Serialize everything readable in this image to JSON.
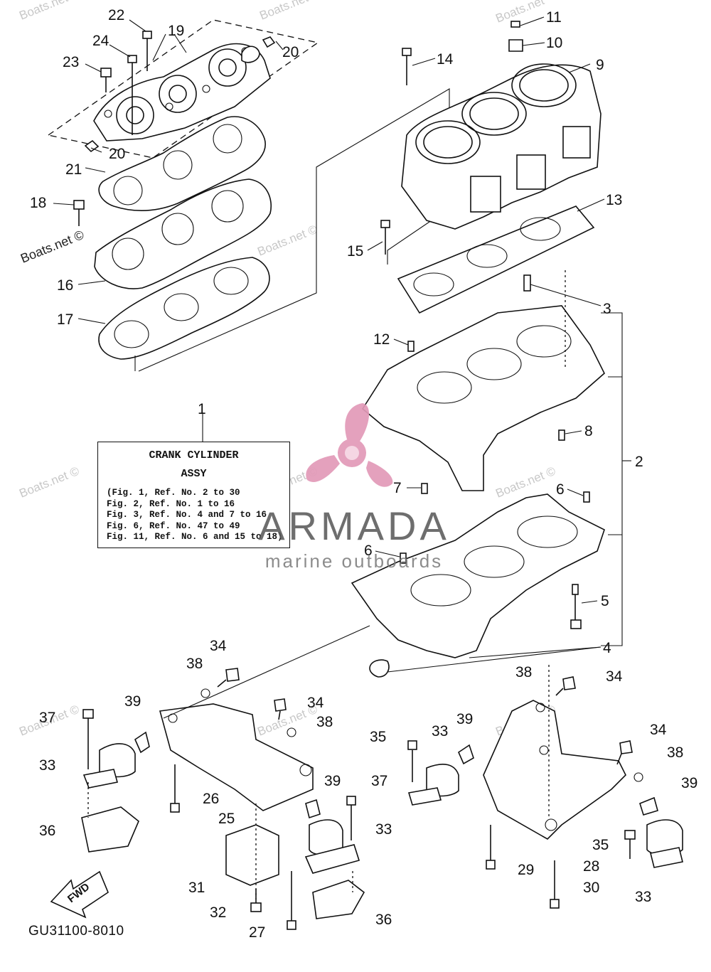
{
  "diagram_code": "GU31100-8010",
  "fwd_label": "FWD",
  "assembly_box": {
    "title": "CRANK CYLINDER",
    "subtitle": "ASSY",
    "refs": [
      "(Fig. 1, Ref. No. 2 to 30",
      " Fig. 2, Ref. No. 1 to 16",
      " Fig. 3, Ref. No. 4 and 7 to 16",
      " Fig. 6, Ref. No. 47 to 49",
      " Fig. 11, Ref. No. 6 and 15 to 18)"
    ]
  },
  "watermark": {
    "brand": "ARMADA",
    "tagline": "marine outboards",
    "site": "Boats.net",
    "site_copyright": "Boats.net ©",
    "colors": {
      "pink": "#e29ab8",
      "gray": "#5a5a5a"
    }
  },
  "callouts": {
    "c1": "1",
    "c2": "2",
    "c3": "3",
    "c4": "4",
    "c5": "5",
    "c6a": "6",
    "c6b": "6",
    "c7": "7",
    "c8": "8",
    "c9": "9",
    "c10": "10",
    "c11": "11",
    "c12": "12",
    "c13": "13",
    "c14": "14",
    "c15": "15",
    "c16": "16",
    "c17": "17",
    "c18": "18",
    "c19": "19",
    "c20a": "20",
    "c20b": "20",
    "c21": "21",
    "c22": "22",
    "c23": "23",
    "c24": "24",
    "c25": "25",
    "c26": "26",
    "c27": "27",
    "c28": "28",
    "c29": "29",
    "c30": "30",
    "c31": "31",
    "c32": "32",
    "c33a": "33",
    "c33b": "33",
    "c33c": "33",
    "c33d": "33",
    "c34a": "34",
    "c34b": "34",
    "c34c": "34",
    "c34d": "34",
    "c35a": "35",
    "c35b": "35",
    "c36a": "36",
    "c36b": "36",
    "c37a": "37",
    "c37b": "37",
    "c38a": "38",
    "c38b": "38",
    "c38c": "38",
    "c38d": "38",
    "c39a": "39",
    "c39b": "39",
    "c39c": "39",
    "c39d": "39"
  }
}
